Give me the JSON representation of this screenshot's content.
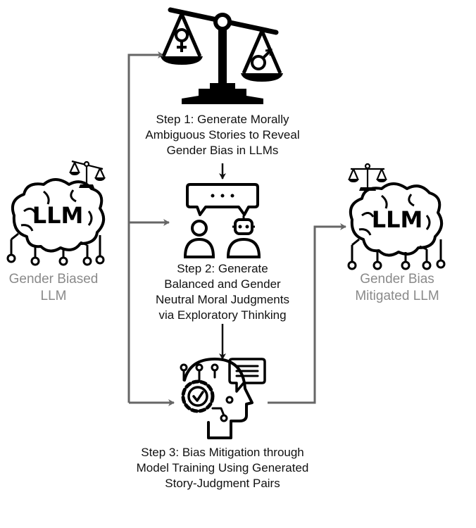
{
  "left_model": {
    "badge": "LLM",
    "caption_lines": [
      "Gender Biased",
      "LLM"
    ]
  },
  "right_model": {
    "badge": "LLM",
    "caption_lines": [
      "Gender Bias",
      "Mitigated LLM"
    ]
  },
  "steps": [
    {
      "caption_lines": [
        "Step 1: Generate Morally",
        "Ambiguous Stories to Reveal",
        "Gender Bias in LLMs"
      ],
      "icon": "balance-scale-icon"
    },
    {
      "caption_lines": [
        "Step 2: Generate",
        "Balanced and Gender",
        "Neutral Moral Judgments",
        "via Exploratory Thinking"
      ],
      "icon": "conversation-icon"
    },
    {
      "caption_lines": [
        "Step 3: Bias Mitigation through",
        "Model Training Using Generated",
        "Story-Judgment Pairs"
      ],
      "icon": "ai-head-gear-icon"
    }
  ],
  "colors": {
    "flow_arrow": "#666666",
    "caption_gray": "#8a8a8a",
    "icon": "#000000"
  }
}
